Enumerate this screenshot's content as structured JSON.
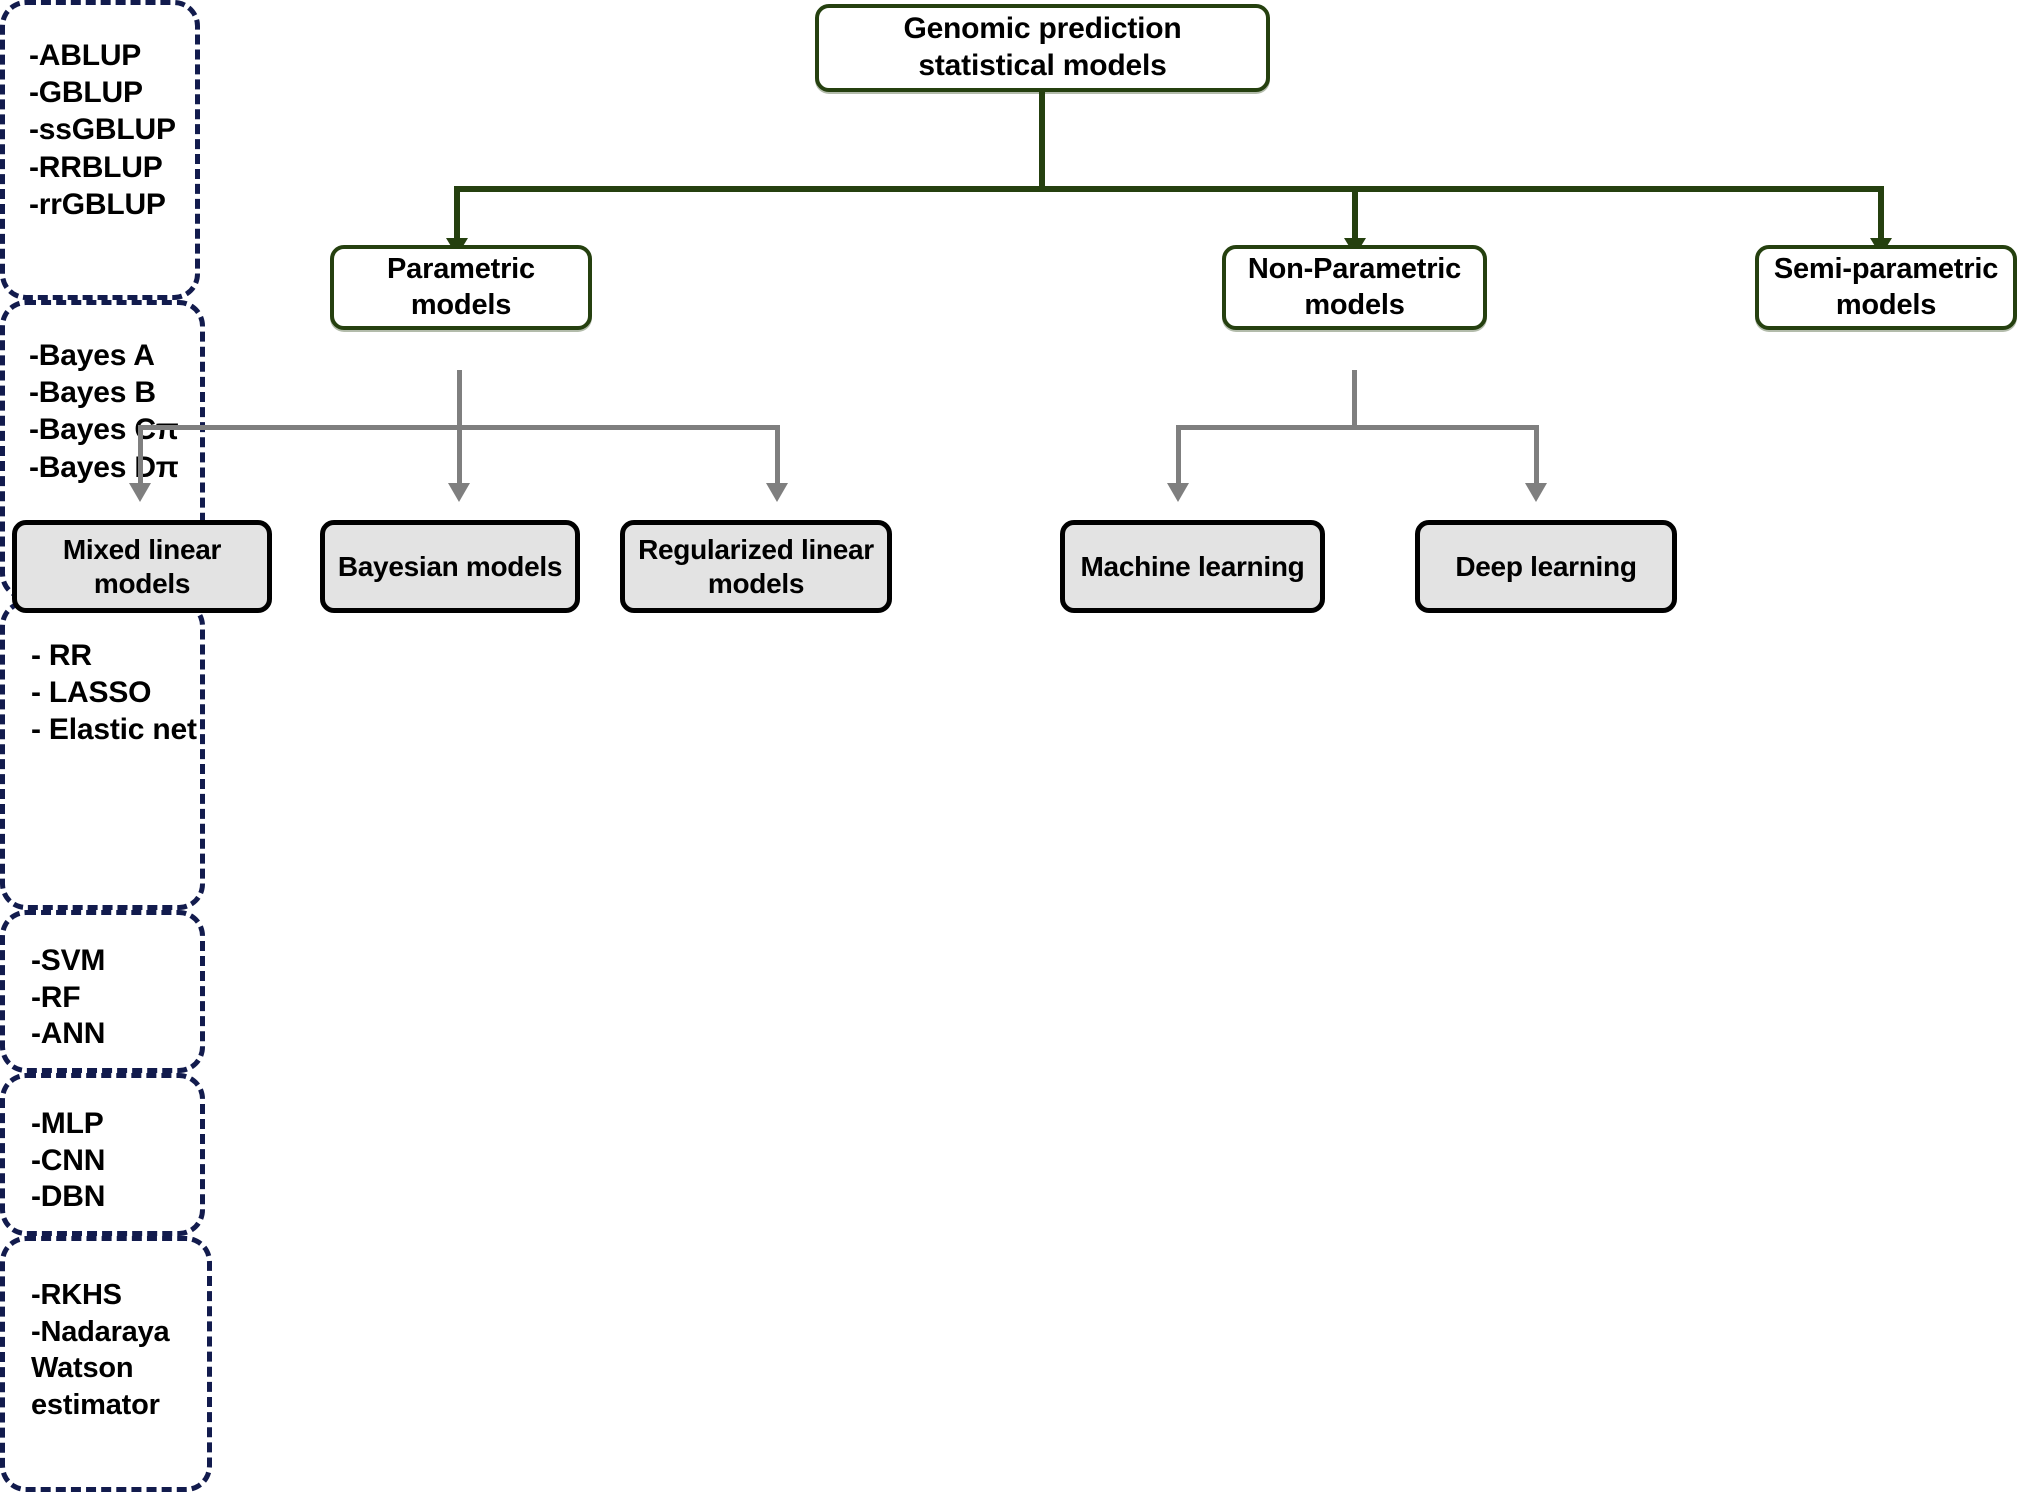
{
  "diagram": {
    "title": "Genomic prediction statistical models",
    "colors": {
      "green_border": "#25400f",
      "grey_fill": "#e3e3e3",
      "black_border": "#000000",
      "navy_dashed": "#121b4d",
      "grey_connector": "#7f7f7f"
    },
    "root": {
      "label": "Genomic prediction statistical models"
    },
    "level1": [
      {
        "id": "parametric",
        "label": "Parametric models"
      },
      {
        "id": "non-parametric",
        "label": "Non-Parametric models"
      },
      {
        "id": "semi-parametric",
        "label": "Semi-parametric models"
      }
    ],
    "level2": [
      {
        "id": "mixed-linear-models",
        "label": "Mixed linear models"
      },
      {
        "id": "bayesian-models",
        "label": "Bayesian models"
      },
      {
        "id": "regularized-linear-models",
        "label": "Regularized linear models"
      },
      {
        "id": "machine-learning",
        "label": "Machine learning"
      },
      {
        "id": "deep-learning",
        "label": "Deep learning"
      }
    ],
    "leaves": [
      {
        "id": "mixed-linear-models-list",
        "items": [
          "-ABLUP",
          "-GBLUP",
          "-ssGBLUP",
          "-RRBLUP",
          "-rrGBLUP"
        ]
      },
      {
        "id": "bayesian-models-list",
        "items": [
          "-Bayes A",
          "-Bayes B",
          "-Bayes Cπ",
          "-Bayes Dπ"
        ]
      },
      {
        "id": "regularized-linear-models-list",
        "items": [
          "- RR",
          "- LASSO",
          "- Elastic net"
        ]
      },
      {
        "id": "machine-learning-list",
        "items": [
          "-SVM",
          "-RF",
          "-ANN"
        ]
      },
      {
        "id": "deep-learning-list",
        "items": [
          "-MLP",
          "-CNN",
          "-DBN"
        ]
      },
      {
        "id": "semi-parametric-list",
        "items": [
          "-RKHS",
          "-Nadaraya",
          "Watson",
          "estimator"
        ]
      }
    ]
  }
}
